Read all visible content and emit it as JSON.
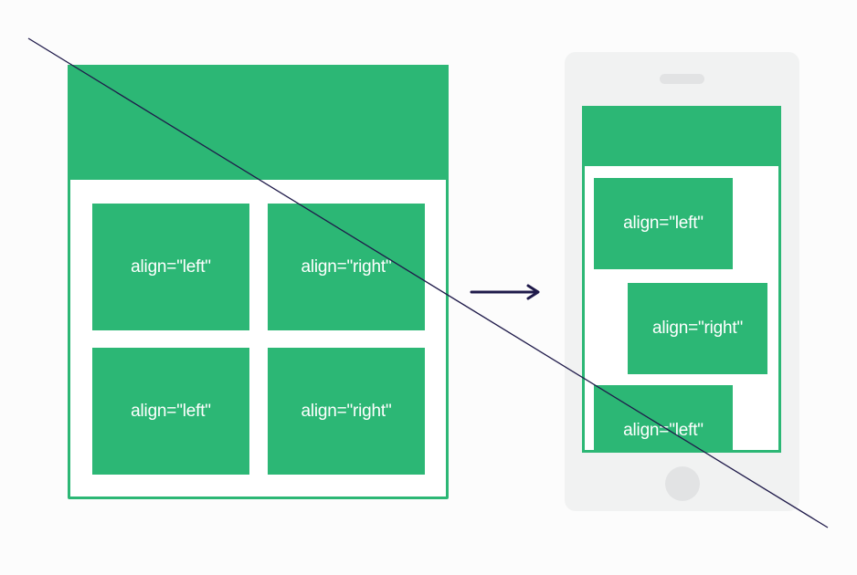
{
  "desktop": {
    "boxes": [
      {
        "label": "align=\"left\""
      },
      {
        "label": "align=\"right\""
      },
      {
        "label": "align=\"left\""
      },
      {
        "label": "align=\"right\""
      }
    ]
  },
  "phone": {
    "boxes": [
      {
        "label": "align=\"left\""
      },
      {
        "label": "align=\"right\""
      },
      {
        "label": "align=\"left\""
      }
    ]
  },
  "colors": {
    "accent": "#2cb775",
    "phone_body": "#f1f2f2",
    "arrow": "#1f1a4a",
    "line": "#1f1a4a"
  }
}
